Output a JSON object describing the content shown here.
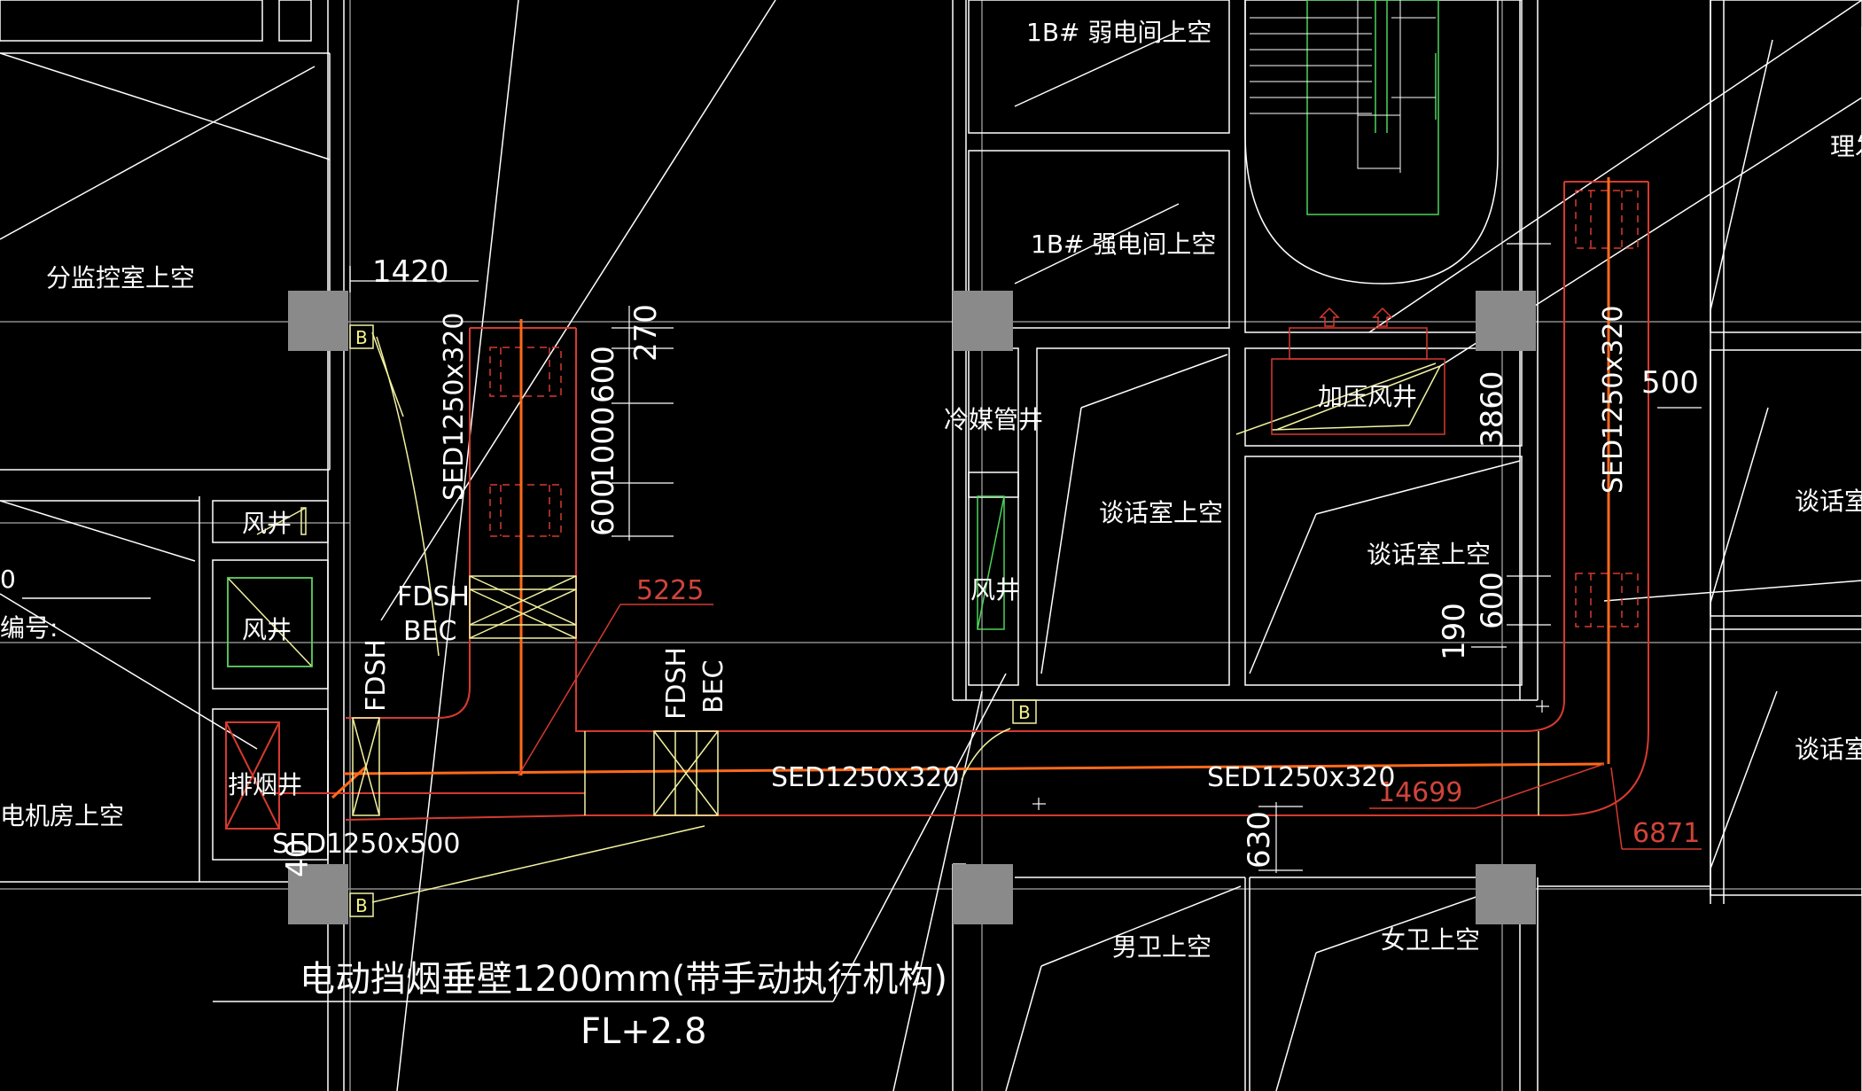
{
  "drawing": {
    "background": "#000000",
    "colors": {
      "grid": "#8c8c8c",
      "wall": "#ffffff",
      "duct_red": "#d63a2f",
      "duct_orange": "#ff6a1a",
      "yellow": "#f2f2a0",
      "green": "#4cd45a",
      "column": "#8a8a8a"
    }
  },
  "rooms": {
    "weak_electric": "1B# 弱电间上空",
    "strong_electric": "1B# 强电间上空",
    "sub_monitor": "分监控室上空",
    "refrigerant_shaft": "冷媒管井",
    "meeting_a": "谈话室上空",
    "meeting_b": "谈话室上空",
    "meeting_c": "谈话室上",
    "meeting_d": "谈话室上",
    "pressurization_fan": "加压风井",
    "air_shaft_1": "风井",
    "air_shaft_2": "风井",
    "air_shaft_3": "风井",
    "smoke_exhaust_shaft": "排烟井",
    "motor_room": "电机房上空",
    "mens_wc": "男卫上空",
    "womens_wc": "女卫上空",
    "barber": "理发",
    "number_label": "编号:",
    "edge_fragment": "0"
  },
  "dimensions": {
    "d1420": "1420",
    "d270": "270",
    "d600a": "600",
    "d1000": "1000",
    "d600b": "600",
    "d3860": "3860",
    "d500": "500",
    "d600c": "600",
    "d190": "190",
    "d630": "630",
    "d40": "40"
  },
  "red_dimensions": {
    "d5225": "5225",
    "d14699": "14699",
    "d6871": "6871"
  },
  "ducts": {
    "vertical_left": "SED1250x320",
    "horizontal_mid": "SED1250x320",
    "horizontal_right": "SED1250x320",
    "vertical_right": "SED1250x320",
    "lower_left": "SED1250x500"
  },
  "dampers": {
    "fdsh_1": "FDSH",
    "bec_1": "BEC",
    "fdsh_2": "FDSH",
    "fdsh_3": "FDSH",
    "bec_3": "BEC"
  },
  "tags": {
    "b1": "B",
    "b2": "B",
    "b3": "B"
  },
  "notes": {
    "smoke_barrier": "电动挡烟垂壁1200mm(带手动执行机构)",
    "floor_level": "FL+2.8"
  }
}
